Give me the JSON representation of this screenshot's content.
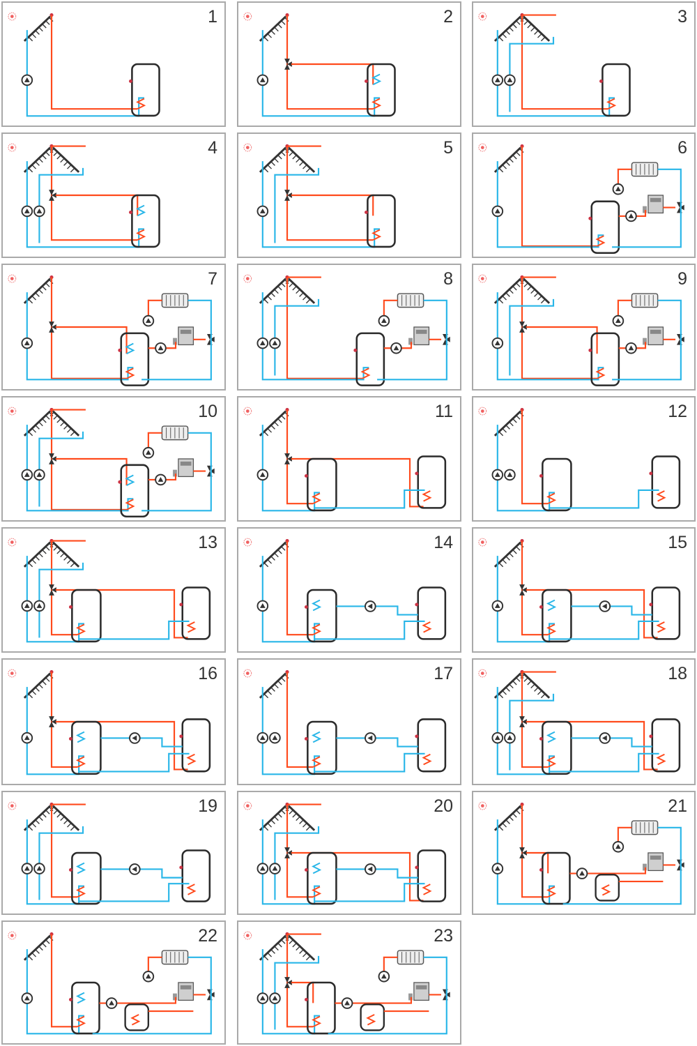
{
  "colors": {
    "hot_pipe": "#ff4a1c",
    "cold_pipe": "#29b6e8",
    "tank_outline": "#2b2b2b",
    "component": "#333333",
    "panel_border": "#a9a9a9",
    "sensor": "#cc3344"
  },
  "panels": [
    {
      "number": "1",
      "collectors": 1,
      "pumps": 1,
      "valve": false,
      "tanks": 1,
      "exchangers": 1,
      "boiler": false,
      "pool": false
    },
    {
      "number": "2",
      "collectors": 1,
      "pumps": 1,
      "valve": true,
      "tanks": 1,
      "exchangers": 2,
      "boiler": false,
      "pool": false
    },
    {
      "number": "3",
      "collectors": 2,
      "pumps": 2,
      "valve": false,
      "tanks": 1,
      "exchangers": 1,
      "boiler": false,
      "pool": false
    },
    {
      "number": "4",
      "collectors": 2,
      "pumps": 2,
      "valve": true,
      "tanks": 1,
      "exchangers": 2,
      "boiler": false,
      "pool": false
    },
    {
      "number": "5",
      "collectors": 2,
      "pumps": 1,
      "valve": true,
      "tanks": 1,
      "exchangers": 1,
      "boiler": false,
      "pool": false
    },
    {
      "number": "6",
      "collectors": 1,
      "pumps": 1,
      "valve": false,
      "tanks": 1,
      "exchangers": 1,
      "boiler": true,
      "pool": false
    },
    {
      "number": "7",
      "collectors": 1,
      "pumps": 1,
      "valve": true,
      "tanks": 1,
      "exchangers": 2,
      "boiler": true,
      "pool": false
    },
    {
      "number": "8",
      "collectors": 2,
      "pumps": 2,
      "valve": false,
      "tanks": 1,
      "exchangers": 1,
      "boiler": true,
      "pool": false
    },
    {
      "number": "9",
      "collectors": 2,
      "pumps": 1,
      "valve": true,
      "tanks": 1,
      "exchangers": 1,
      "boiler": true,
      "pool": false
    },
    {
      "number": "10",
      "collectors": 2,
      "pumps": 2,
      "valve": true,
      "tanks": 1,
      "exchangers": 2,
      "boiler": true,
      "pool": false
    },
    {
      "number": "11",
      "collectors": 1,
      "pumps": 1,
      "valve": true,
      "tanks": 2,
      "exchangers": 1,
      "boiler": false,
      "pool": false
    },
    {
      "number": "12",
      "collectors": 1,
      "pumps": 2,
      "valve": false,
      "tanks": 2,
      "exchangers": 1,
      "boiler": false,
      "pool": false
    },
    {
      "number": "13",
      "collectors": 2,
      "pumps": 2,
      "valve": true,
      "tanks": 2,
      "exchangers": 1,
      "boiler": false,
      "pool": false
    },
    {
      "number": "14",
      "collectors": 1,
      "pumps": 1,
      "valve": false,
      "tanks": 2,
      "exchangers": 2,
      "boiler": false,
      "pool": false,
      "transfer_pump": true
    },
    {
      "number": "15",
      "collectors": 1,
      "pumps": 1,
      "valve": true,
      "tanks": 2,
      "exchangers": 2,
      "boiler": false,
      "pool": false,
      "transfer_pump": true
    },
    {
      "number": "16",
      "collectors": 1,
      "pumps": 1,
      "valve": true,
      "tanks": 2,
      "exchangers": 2,
      "boiler": false,
      "pool": false,
      "transfer_pump": true
    },
    {
      "number": "17",
      "collectors": 1,
      "pumps": 2,
      "valve": false,
      "tanks": 2,
      "exchangers": 2,
      "boiler": false,
      "pool": false,
      "transfer_pump": true
    },
    {
      "number": "18",
      "collectors": 2,
      "pumps": 2,
      "valve": true,
      "tanks": 2,
      "exchangers": 2,
      "boiler": false,
      "pool": false,
      "transfer_pump": true
    },
    {
      "number": "19",
      "collectors": 2,
      "pumps": 2,
      "valve": false,
      "tanks": 2,
      "exchangers": 2,
      "boiler": false,
      "pool": false,
      "transfer_pump": true
    },
    {
      "number": "20",
      "collectors": 2,
      "pumps": 2,
      "valve": true,
      "tanks": 2,
      "exchangers": 2,
      "boiler": false,
      "pool": false,
      "transfer_pump": true
    },
    {
      "number": "21",
      "collectors": 1,
      "pumps": 1,
      "valve": true,
      "tanks": 1,
      "exchangers": 1,
      "boiler": true,
      "pool": true
    },
    {
      "number": "22",
      "collectors": 1,
      "pumps": 1,
      "valve": false,
      "tanks": 1,
      "exchangers": 2,
      "boiler": true,
      "pool": true,
      "transfer_pump": true
    },
    {
      "number": "23",
      "collectors": 2,
      "pumps": 2,
      "valve": true,
      "tanks": 1,
      "exchangers": 1,
      "boiler": true,
      "pool": true
    }
  ]
}
